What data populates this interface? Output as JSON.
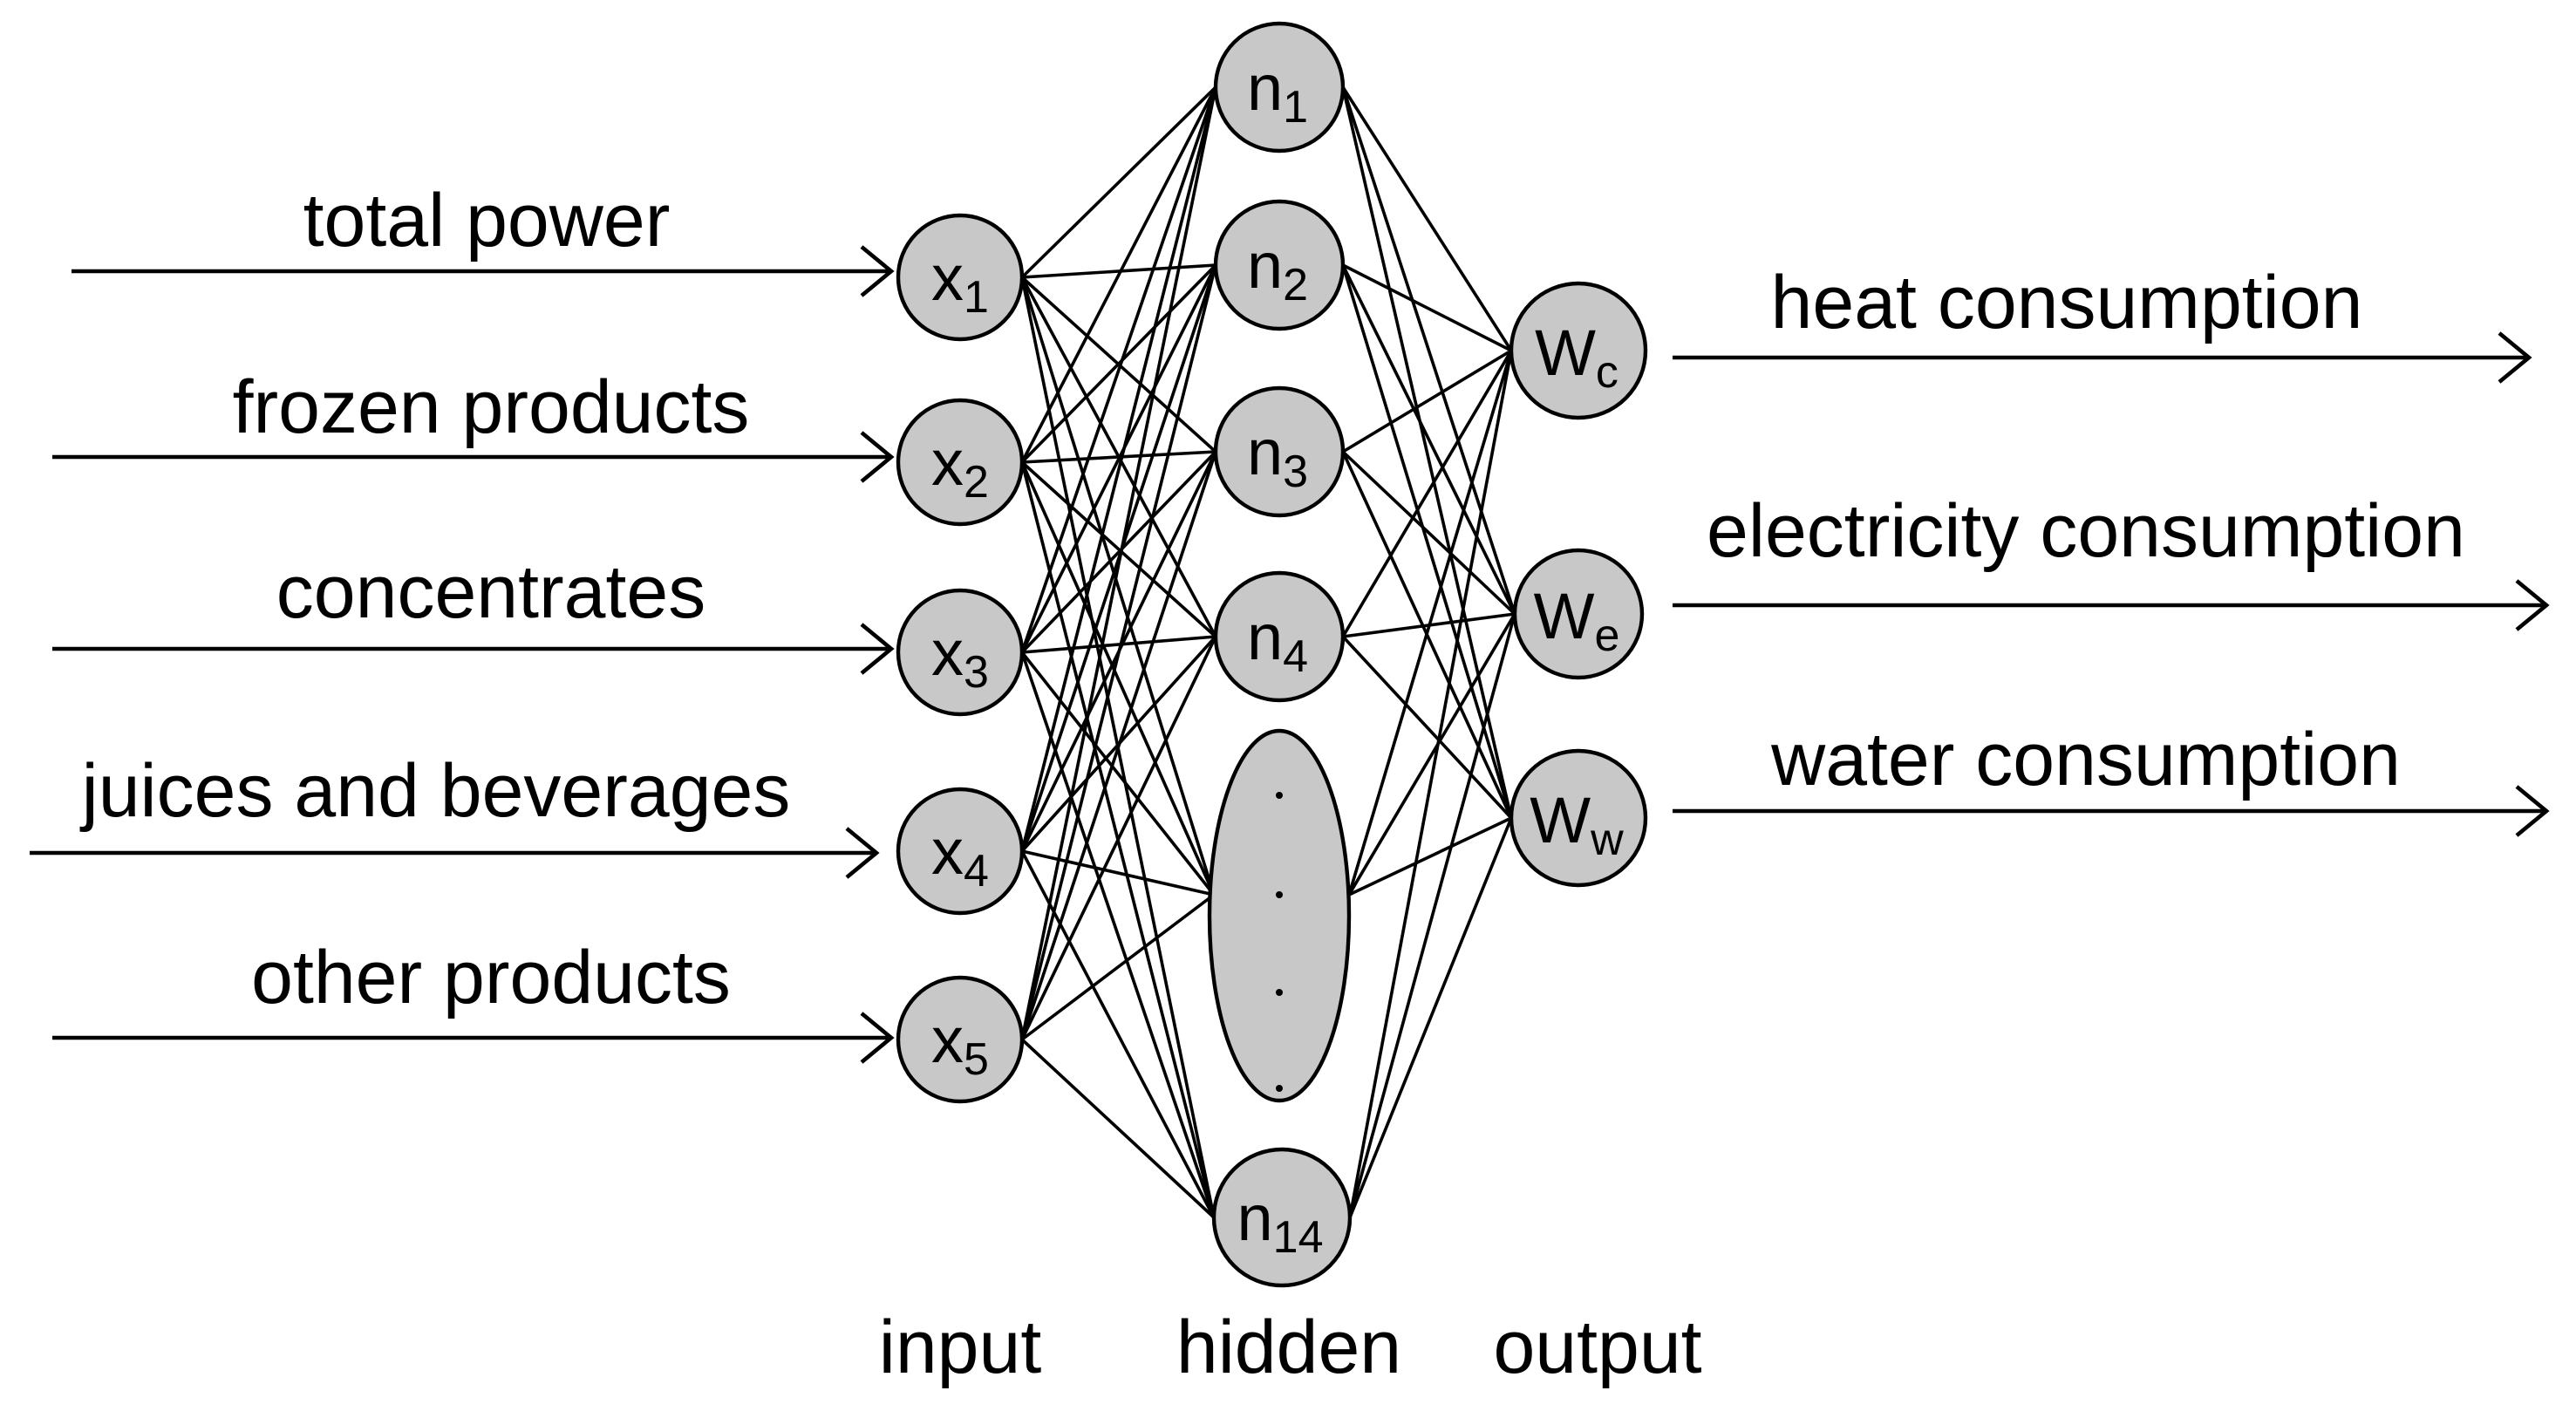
{
  "inputs": [
    {
      "feature": "total power",
      "symbol": "x",
      "sub": "1"
    },
    {
      "feature": "frozen products",
      "symbol": "x",
      "sub": "2"
    },
    {
      "feature": "concentrates",
      "symbol": "x",
      "sub": "3"
    },
    {
      "feature": "juices and beverages",
      "symbol": "x",
      "sub": "4"
    },
    {
      "feature": "other products",
      "symbol": "x",
      "sub": "5"
    }
  ],
  "hidden": [
    {
      "symbol": "n",
      "sub": "1"
    },
    {
      "symbol": "n",
      "sub": "2"
    },
    {
      "symbol": "n",
      "sub": "3"
    },
    {
      "symbol": "n",
      "sub": "4"
    },
    {
      "symbol": "n",
      "sub": "14"
    }
  ],
  "hidden_ellipsis": "...",
  "outputs": [
    {
      "target": "heat consumption",
      "symbol": "W",
      "sub": "c"
    },
    {
      "target": "electricity consumption",
      "symbol": "W",
      "sub": "e"
    },
    {
      "target": "water consumption",
      "symbol": "W",
      "sub": "w"
    }
  ],
  "layer_labels": {
    "input": "input",
    "hidden": "hidden",
    "output": "output"
  },
  "colors": {
    "node_fill": "#c8c8c8",
    "stroke": "#000000",
    "background": "#ffffff"
  }
}
